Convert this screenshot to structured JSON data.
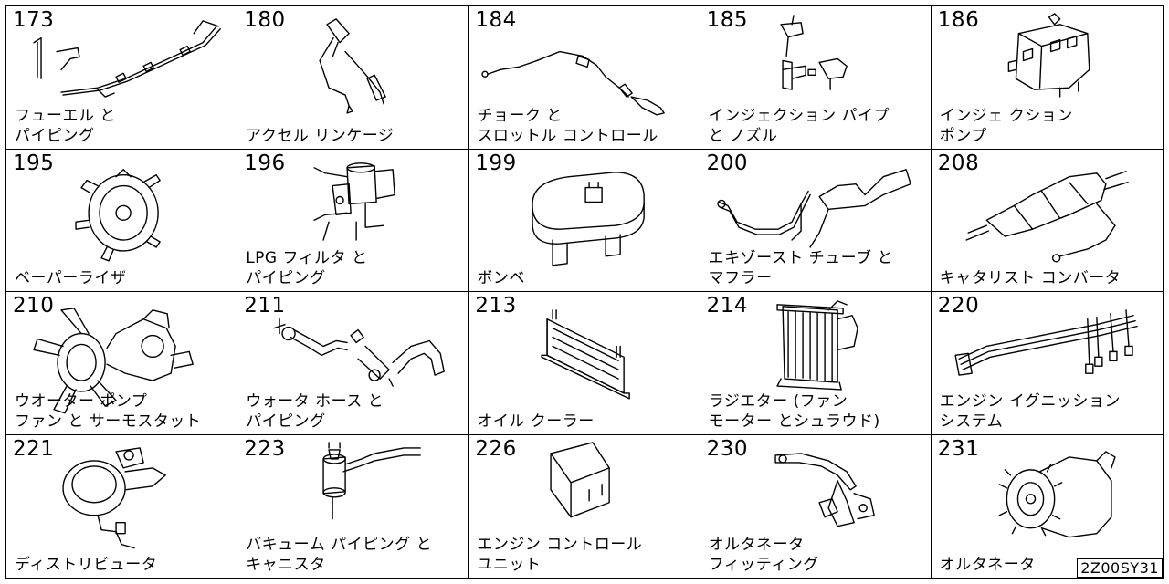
{
  "catalog_code": "2Z00SY31",
  "cells": [
    {
      "number": "173",
      "label1": "フューエル と",
      "label2": "パイピング",
      "icon": "fuel-piping-icon"
    },
    {
      "number": "180",
      "label1": "アクセル リンケージ",
      "label2": "",
      "icon": "accelerator-linkage-icon"
    },
    {
      "number": "184",
      "label1": "チョーク と",
      "label2": "スロットル コントロール",
      "icon": "choke-throttle-cable-icon"
    },
    {
      "number": "185",
      "label1": "インジェクション パイプ",
      "label2": "と ノズル",
      "icon": "injection-pipe-nozzle-icon"
    },
    {
      "number": "186",
      "label1": "インジェ クション",
      "label2": "ポンプ",
      "icon": "injection-pump-icon"
    },
    {
      "number": "195",
      "label1": "ベーパーライザ",
      "label2": "",
      "icon": "vaporizer-icon"
    },
    {
      "number": "196",
      "label1": "LPG フィルタ と",
      "label2": "パイピング",
      "icon": "lpg-filter-icon"
    },
    {
      "number": "199",
      "label1": "ボンベ",
      "label2": "",
      "icon": "gas-cylinder-icon"
    },
    {
      "number": "200",
      "label1": "エキゾースト チューブ と",
      "label2": "マフラー",
      "icon": "exhaust-muffler-icon"
    },
    {
      "number": "208",
      "label1": "キャタリスト コンバータ",
      "label2": "",
      "icon": "catalytic-converter-icon"
    },
    {
      "number": "210",
      "label1": "ウオーター ポンプ",
      "label2": "ファン と サーモスタット",
      "icon": "water-pump-fan-icon"
    },
    {
      "number": "211",
      "label1": "ウォータ ホース と",
      "label2": "パイピング",
      "icon": "water-hose-icon"
    },
    {
      "number": "213",
      "label1": "オイル クーラー",
      "label2": "",
      "icon": "oil-cooler-icon"
    },
    {
      "number": "214",
      "label1": "ラジエター (ファン",
      "label2": "モーター とシュラウド)",
      "icon": "radiator-icon"
    },
    {
      "number": "220",
      "label1": "エンジン イグニッション",
      "label2": "システム",
      "icon": "ignition-wires-icon"
    },
    {
      "number": "221",
      "label1": "ディストリビュータ",
      "label2": "",
      "icon": "distributor-icon"
    },
    {
      "number": "223",
      "label1": "バキューム パイピング と",
      "label2": "キャニスタ",
      "icon": "vacuum-canister-icon"
    },
    {
      "number": "226",
      "label1": "エンジン コントロール",
      "label2": "ユニット",
      "icon": "engine-control-unit-icon"
    },
    {
      "number": "230",
      "label1": "オルタネータ",
      "label2": "フィッティング",
      "icon": "alternator-bracket-icon"
    },
    {
      "number": "231",
      "label1": "オルタネータ",
      "label2": "",
      "icon": "alternator-icon"
    }
  ]
}
